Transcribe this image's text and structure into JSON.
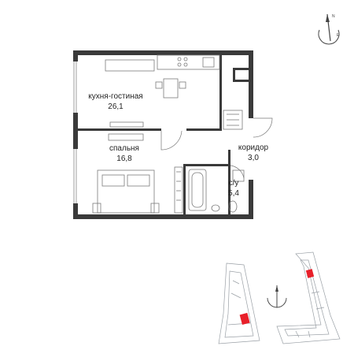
{
  "rooms": {
    "living": {
      "name": "кухня-гостиная",
      "area": "26,1"
    },
    "bedroom": {
      "name": "спальня",
      "area": "16,8"
    },
    "corridor": {
      "name": "коридор",
      "area": "3,0"
    },
    "bath": {
      "name": "с/у",
      "area": "5,4"
    }
  },
  "compass": {
    "north": "N",
    "east": "E"
  },
  "colors": {
    "wall": "#3a3a3a",
    "furniture": "#7a7a7a",
    "site_lines": "#9aa0a6",
    "apartment_highlight": "#e8202a",
    "compass_accent": "#3b5bdb"
  }
}
